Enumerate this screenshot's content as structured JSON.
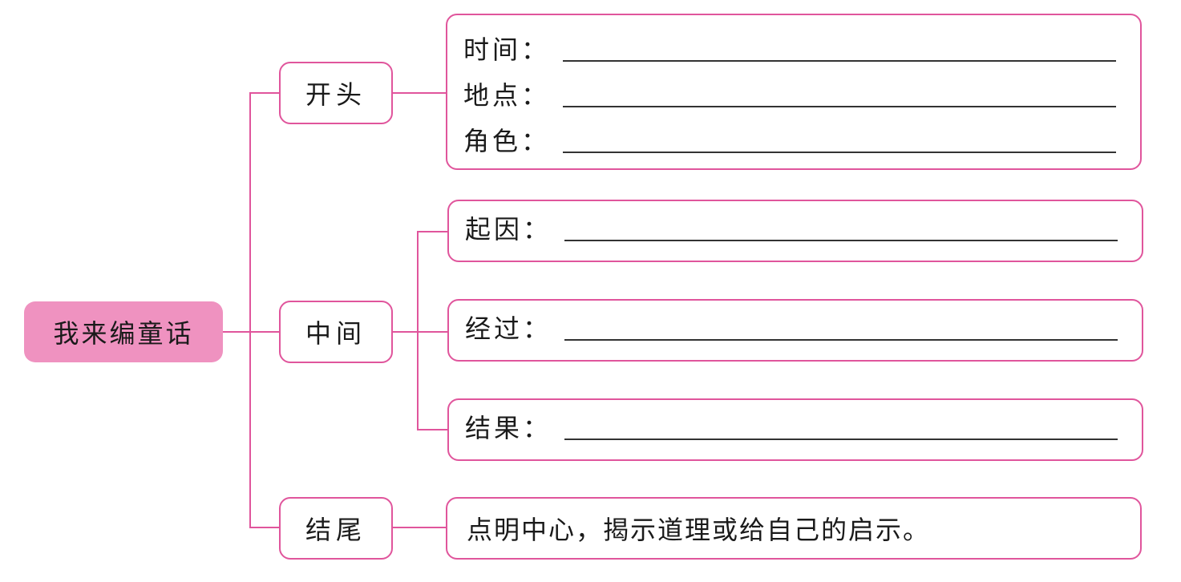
{
  "root": "我来编童话",
  "branches": {
    "beginning": {
      "label": "开头",
      "fields": [
        "时间：",
        "地点：",
        "角色："
      ]
    },
    "middle": {
      "label": "中间",
      "fields": [
        "起因：",
        "经过：",
        "结果："
      ]
    },
    "ending": {
      "label": "结尾",
      "text": "点明中心，揭示道理或给自己的启示。"
    }
  },
  "colors": {
    "line": "#e0559c",
    "root_fill": "#ef92c0"
  }
}
